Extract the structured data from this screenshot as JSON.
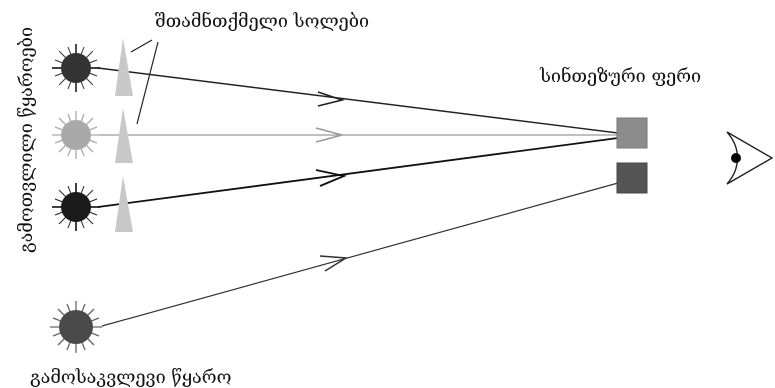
{
  "labels": {
    "attenuators": "შთამნთქმელი სოლები",
    "reference_sources": "გამოთვლილი წყაროები",
    "synthetic_color": "სინთეზური ფერი",
    "test_source": "გამოსაკვლევი წყარო"
  },
  "colors": {
    "background": "#ffffff",
    "line": "#222222",
    "light_line": "#9a9a9a",
    "wedge": "#c8c8c8",
    "source_1": "#333333",
    "source_2": "#a9a9a9",
    "source_3": "#1b1b1b",
    "source_4": "#4a4a4a",
    "synthetic_square": "#8c8c8c",
    "test_square": "#555555"
  },
  "icons": {
    "sources": "starburst-light-icon",
    "attenuators": "wedge-icon",
    "observer": "eye-icon"
  }
}
